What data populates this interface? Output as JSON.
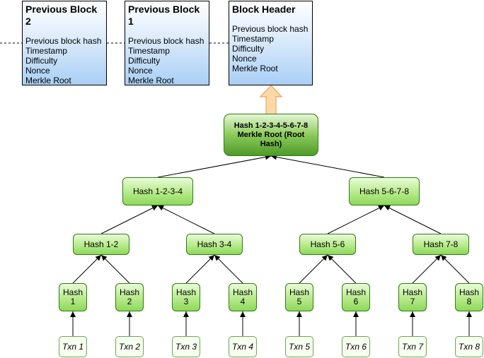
{
  "blocks": [
    {
      "title": "Previous Block 2",
      "fields": [
        "Previous block hash",
        "Timestamp",
        "Difficulty",
        "Nonce",
        "Merkle Root"
      ]
    },
    {
      "title": "Previous Block 1",
      "fields": [
        "Previous block hash",
        "Timestamp",
        "Difficulty",
        "Nonce",
        "Merkle Root"
      ]
    },
    {
      "title": "Block Header",
      "fields": [
        "Previous block hash",
        "Timestamp",
        "Difficulty",
        "Nonce",
        "Merkle Root"
      ]
    }
  ],
  "root": {
    "label": "Hash 1-2-3-4-5-6-7-8 Merkle Root (Root Hash)"
  },
  "level2": [
    "Hash 1-2-3-4",
    "Hash 5-6-7-8"
  ],
  "level1": [
    "Hash 1-2",
    "Hash 3-4",
    "Hash 5-6",
    "Hash 7-8"
  ],
  "leaves": [
    "Hash 1",
    "Hash 2",
    "Hash 3",
    "Hash 4",
    "Hash 5",
    "Hash 6",
    "Hash 7",
    "Hash 8"
  ],
  "txns": [
    "Txn 1",
    "Txn 2",
    "Txn 3",
    "Txn 4",
    "Txn 5",
    "Txn 6",
    "Txn 7",
    "Txn 8"
  ],
  "colors": {
    "block_fill": "#a9cff5",
    "node_fill": "#b7ea8b",
    "root_fill": "#4f9a2a",
    "arrow_up_fill": "#fdd9a8",
    "arrow_up_stroke": "#e5a55a"
  }
}
